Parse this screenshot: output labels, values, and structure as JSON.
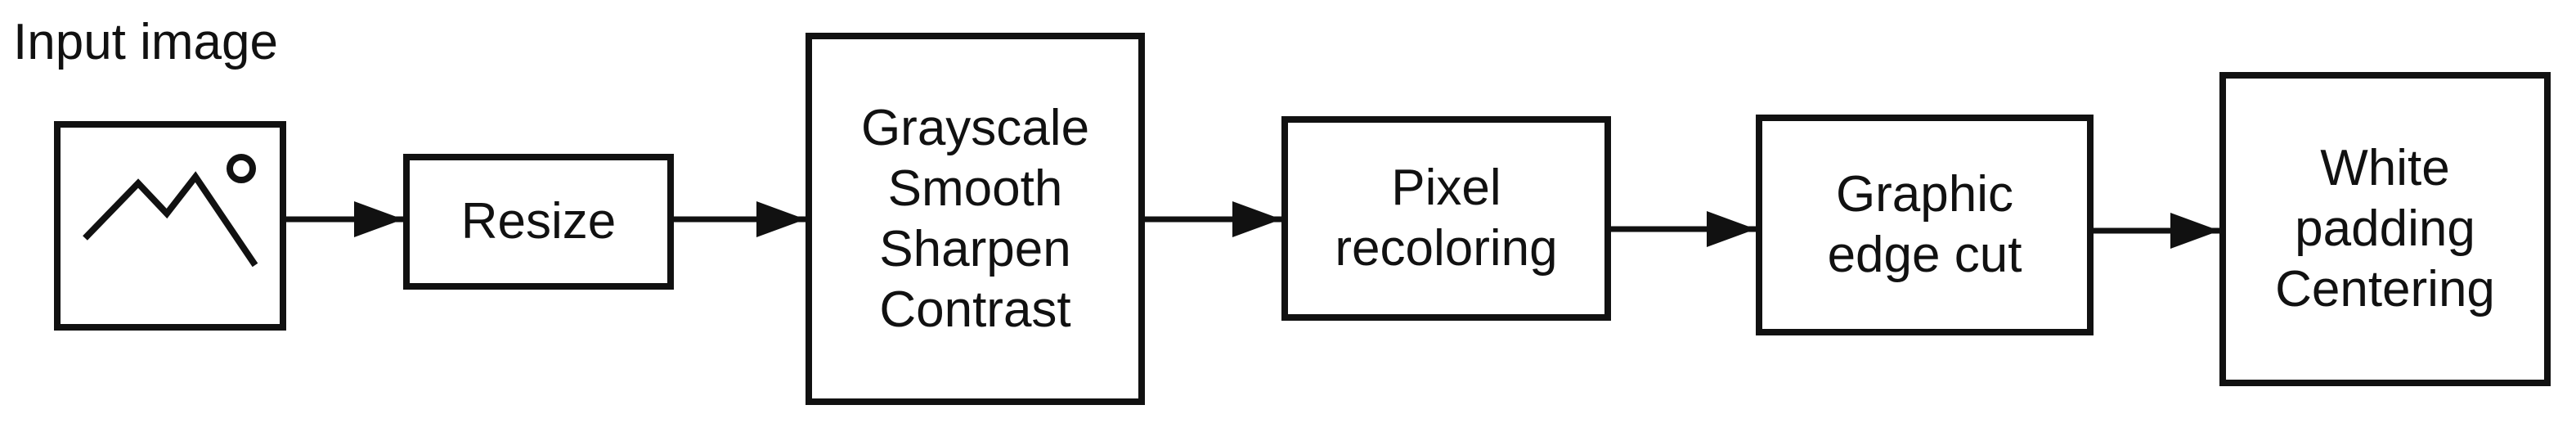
{
  "input_label": "Input image",
  "icons": {
    "input": "image-icon"
  },
  "steps": [
    {
      "id": "resize",
      "lines": [
        "Resize"
      ]
    },
    {
      "id": "preprocess",
      "lines": [
        "Grayscale",
        "Smooth",
        "Sharpen",
        "Contrast"
      ]
    },
    {
      "id": "recolor",
      "lines": [
        "Pixel",
        "recoloring"
      ]
    },
    {
      "id": "edge-cut",
      "lines": [
        "Graphic",
        "edge cut"
      ]
    },
    {
      "id": "padding",
      "lines": [
        "White",
        "padding",
        "Centering"
      ]
    }
  ],
  "colors": {
    "stroke": "#111111",
    "background": "#ffffff"
  }
}
